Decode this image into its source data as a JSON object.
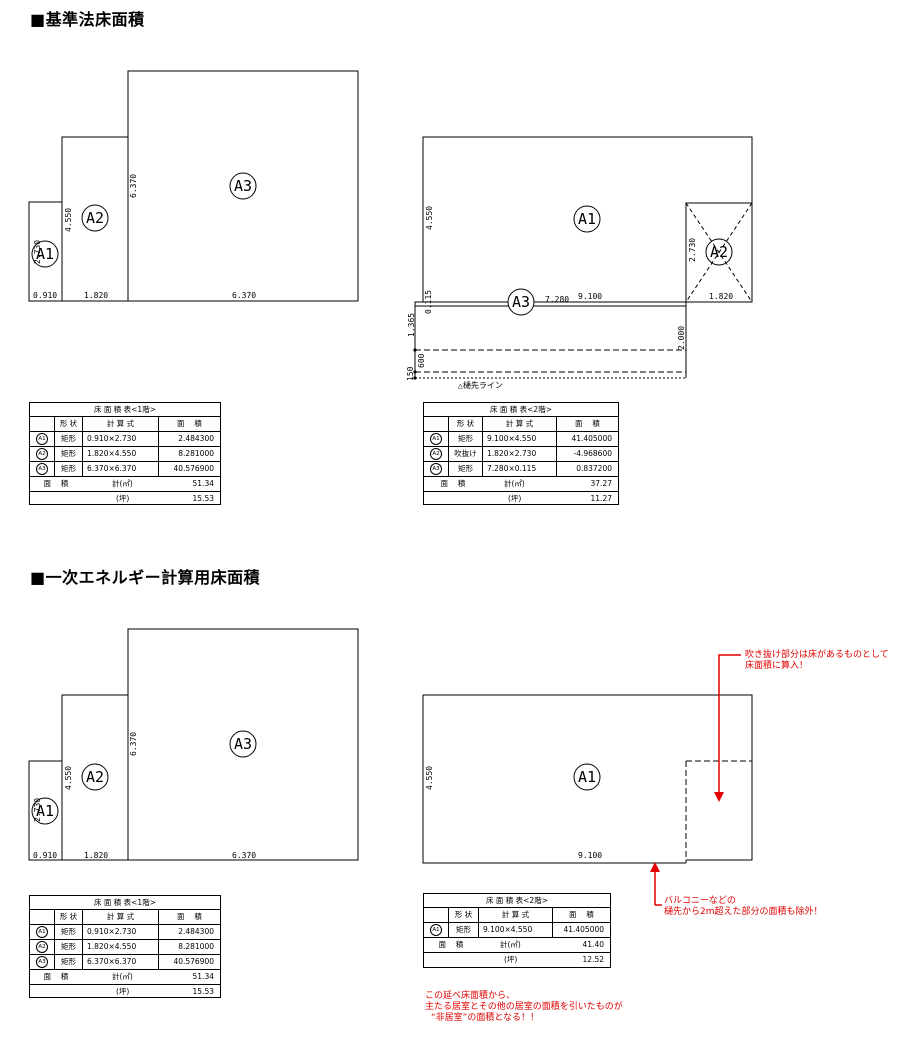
{
  "sections": {
    "kijun_title": "■基準法床面積",
    "energy_title": "■一次エネルギー計算用床面積"
  },
  "floor1": {
    "labels": {
      "a1": "A1",
      "a2": "A2",
      "a3": "A3"
    },
    "dims": {
      "w1": "0.910",
      "w2": "1.820",
      "w3": "6.370",
      "h1": "2.730",
      "h2": "4.550",
      "h3": "6.370"
    }
  },
  "floor2_kijun": {
    "labels": {
      "a1": "A1",
      "a2": "A2",
      "a3": "A3"
    },
    "dims": {
      "h_a1": "4.550",
      "w_a1": "9.100",
      "h_a2": "2.730",
      "w_a2": "1.820",
      "w_a3": "7.280",
      "h_a3": "0.115",
      "d_1365": "1.365",
      "d_2000": "2.000",
      "d_600": "600",
      "d_150": "150"
    },
    "eaves_label": "△樋先ライン"
  },
  "floor2_energy": {
    "labels": {
      "a1": "A1"
    },
    "dims": {
      "h_a1": "4.550",
      "w_a1": "9.100"
    }
  },
  "table_f1": {
    "caption": "床 面 積 表<1階>",
    "headers": {
      "shape": "形 状",
      "formula": "計 算 式",
      "area": "面　 積"
    },
    "rows": [
      {
        "id": "A1",
        "shape": "矩形",
        "formula": "0.910×2.730",
        "area": "2.484300"
      },
      {
        "id": "A2",
        "shape": "矩形",
        "formula": "1.820×4.550",
        "area": "8.281000"
      },
      {
        "id": "A3",
        "shape": "矩形",
        "formula": "6.370×6.370",
        "area": "40.576900"
      }
    ],
    "total_label": "面　 積",
    "sum_label": "計(㎡)",
    "sum_value": "51.34",
    "tsubo_label": "(坪)",
    "tsubo_value": "15.53"
  },
  "table_f2_kijun": {
    "caption": "床 面 積 表<2階>",
    "headers": {
      "shape": "形 状",
      "formula": "計 算 式",
      "area": "面　 積"
    },
    "rows": [
      {
        "id": "A1",
        "shape": "矩形",
        "formula": "9.100×4.550",
        "area": "41.405000"
      },
      {
        "id": "A2",
        "shape": "吹抜け",
        "formula": "1.820×2.730",
        "area": "-4.968600"
      },
      {
        "id": "A3",
        "shape": "矩形",
        "formula": "7.280×0.115",
        "area": "0.837200"
      }
    ],
    "total_label": "面　 積",
    "sum_label": "計(㎡)",
    "sum_value": "37.27",
    "tsubo_label": "(坪)",
    "tsubo_value": "11.27"
  },
  "table_f1_energy": {
    "caption": "床 面 積 表<1階>",
    "headers": {
      "shape": "形 状",
      "formula": "計 算 式",
      "area": "面　 積"
    },
    "rows": [
      {
        "id": "A1",
        "shape": "矩形",
        "formula": "0.910×2.730",
        "area": "2.484300"
      },
      {
        "id": "A2",
        "shape": "矩形",
        "formula": "1.820×4.550",
        "area": "8.281000"
      },
      {
        "id": "A3",
        "shape": "矩形",
        "formula": "6.370×6.370",
        "area": "40.576900"
      }
    ],
    "total_label": "面　 積",
    "sum_label": "計(㎡)",
    "sum_value": "51.34",
    "tsubo_label": "(坪)",
    "tsubo_value": "15.53"
  },
  "table_f2_energy": {
    "caption": "床 面 積 表<2階>",
    "headers": {
      "shape": "形 状",
      "formula": "計 算 式",
      "area": "面　 積"
    },
    "rows": [
      {
        "id": "A1",
        "shape": "矩形",
        "formula": "9.100×4.550",
        "area": "41.405000"
      }
    ],
    "total_label": "面　 積",
    "sum_label": "計(㎡)",
    "sum_value": "41.40",
    "tsubo_label": "(坪)",
    "tsubo_value": "12.52"
  },
  "notes": {
    "void_line1": "吹き抜け部分は床があるものとして",
    "void_line2": "床面積に算入！",
    "balcony_line1": "バルコニーなどの",
    "balcony_line2": "樋先から2m超えた部分の面積も除外！",
    "summary_line1": "この延べ床面積から、",
    "summary_line2": "主たる居室とその他の居室の面積を引いたものが",
    "summary_line3": "“非居室”の面積となる！！"
  },
  "colors": {
    "annotation": "#e00000",
    "line": "#000000"
  }
}
